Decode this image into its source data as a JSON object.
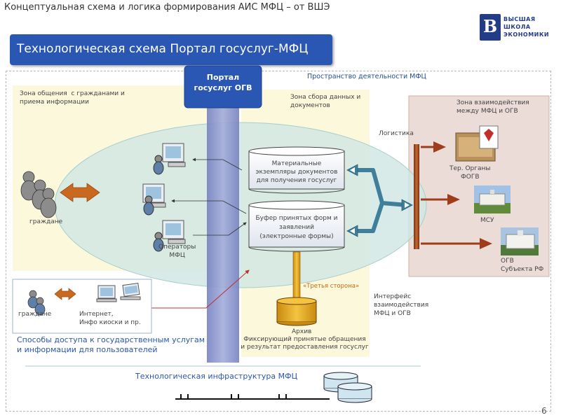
{
  "header": {
    "title": "Концептуальная схема  и логика формирования АИС МФЦ – от ВШЭ",
    "logo_text": "ВЫСШАЯ\nШКОЛА\nЭКОНОМИКИ",
    "logo_letter": "В"
  },
  "banner": {
    "title": "Технологическая схема Портал госуслуг-МФЦ"
  },
  "diagram": {
    "space_label": "Пространство деятельности МФЦ",
    "portal": {
      "line1": "Портал",
      "line2": "госуслуг ОГВ"
    },
    "zone_communication": "Зона общения  с гражданами и\nприема информации",
    "zone_collection": "Зона сбора данных и\nдокументов",
    "zone_interaction": "Зона взаимодействия\nмежду МФЦ и ОГВ",
    "citizens_label": "граждане",
    "operators_label": "Операторы\nМФЦ",
    "material_copies": "Материальные\nэкземпляры документов\nдля получения госуслуг",
    "buffer": "Буфер принятых форм и\nзаявлений\n(электронные формы)",
    "logistics": "Логистика",
    "third_party": "«Третья сторона»",
    "archive_title": "Архив",
    "archive_desc": "Фиксирующий принятые обращения\nи результат предоставления госуслуг",
    "interface_label": "Интерфейс\nвзаимодействия\nМФЦ и ОГВ",
    "ter_organs": "Тер. Органы\nФОГВ",
    "msu": "МСУ",
    "ogv": "ОГВ\nСубъекта РФ",
    "access_citizens": "граждане",
    "access_internet": "Интернет,\nИнфо киоски и пр.",
    "access_methods": "Способы доступа к государственным услугам\nи информации для пользователей",
    "infrastructure": "Технологическая инфраструктура МФЦ"
  },
  "page_number": "6",
  "colors": {
    "banner": "#2a56b4",
    "zone_yellow": "#fbf8dc",
    "zone_pink": "#ebdcd8",
    "ellipse": "#cfe7e3",
    "portal_column": "#8a95cc",
    "arrow_brown": "#9e4a1c",
    "arrow_blue": "#3f7f9a"
  }
}
